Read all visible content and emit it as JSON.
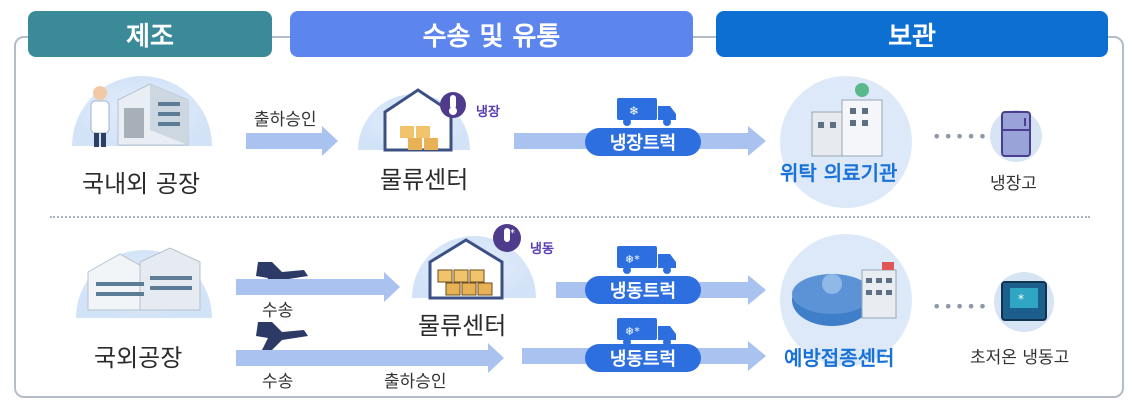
{
  "headers": {
    "manufacture": "제조",
    "transport": "수송 및 유통",
    "storage": "보관"
  },
  "row1": {
    "origin": "국내외 공장",
    "step1": "출하승인",
    "center": "물류센터",
    "center_tag": "냉장",
    "truck": "냉장트럭",
    "dest": "위탁 의료기관",
    "dest_store": "냉장고"
  },
  "row2": {
    "origin": "국외공장",
    "step1": "수송",
    "step2": "수송",
    "step3": "출하승인",
    "center": "물류센터",
    "center_tag": "냉동",
    "truck1": "냉동트럭",
    "truck2": "냉동트럭",
    "dest": "예방접종센터",
    "dest_store": "초저온 냉동고"
  },
  "icons": [
    "scientist-icon",
    "factory-icon",
    "warehouse-icon",
    "truck-icon",
    "hospital-icon",
    "refrigerator-icon",
    "airplane-icon",
    "freezer-icon",
    "snowflake-icon",
    "thermometer-icon"
  ],
  "colors": {
    "manufacture": "#3a8a9a",
    "transport": "#5c86ee",
    "storage": "#0e6fd3",
    "pill": "#2e6fe0",
    "arrow": "#a9c2ef"
  }
}
